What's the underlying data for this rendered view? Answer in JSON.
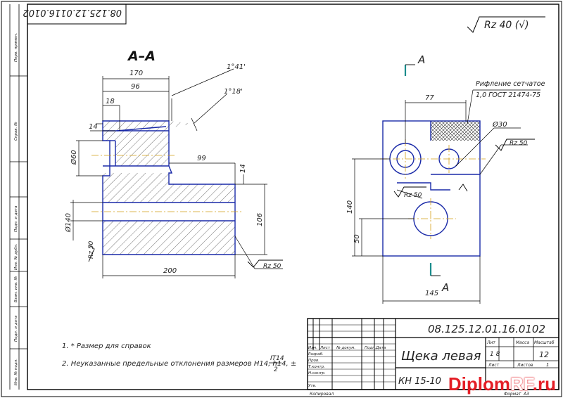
{
  "drawing": {
    "designation": "08.125.12.01.16.0102",
    "designation_rotated": "08.125.12.0116.0102",
    "title": "Щека левая",
    "roughness": "Rz 40 (√)",
    "section_title": "А–А",
    "section_mark": "А",
    "sheet_number": "12",
    "stamp_label_lit": "Лит",
    "stamp_label_mass": "Масса",
    "stamp_label_scale": "Масштаб",
    "stamp_label_sheet": "Лист",
    "stamp_label_sheets": "Листов",
    "stamp_sheets_value": "1",
    "stamp_label_format": "Формат",
    "stamp_format_value": "А3",
    "stamp_label_copied": "Копировал",
    "stamp_row_labels": [
      "Разраб.",
      "Пров.",
      "Т.контр.",
      "Н.контр.",
      "Утв."
    ],
    "stamp_header_cols": [
      "Изм.",
      "Лист",
      "№ докум.",
      "Подп.",
      "Дата"
    ],
    "group_code": "КН 15-10",
    "mark_left": "1 8",
    "side_labels": [
      "Перв. примен.",
      "Справ. №",
      "Подп. и дата",
      "Инв. № дубл.",
      "Взам. инв. №",
      "Подп. и дата",
      "Инв. № подл."
    ]
  },
  "notes": [
    "1. * Размер для справок",
    "2. Неуказанные предельные отклонения размеров H14, h14, ±"
  ],
  "tolerance_fraction": {
    "num": "IT14",
    "den": "2"
  },
  "section_dims": {
    "d170": "170",
    "d96": "96",
    "d18": "18",
    "d14": "14",
    "d14b": "14",
    "d99": "99",
    "d106": "106",
    "d200": "200",
    "phi60": "Ø60",
    "phi140": "Ø140",
    "angle1": "1°41'",
    "angle2": "1°18'",
    "rz50a": "Rz 50",
    "rz50b": "Rz 50"
  },
  "view_dims": {
    "d77": "77",
    "phi30": "Ø30",
    "d140": "140",
    "d50": "50",
    "d145": "145",
    "rz50c": "Rz 50",
    "rz50d": "Rz 50",
    "knurl_line1": "Рифление сетчатое",
    "knurl_line2": "1,0 ГОСТ 21474-75"
  },
  "watermark": {
    "part1": "Diplom",
    "part2": "RF",
    "part3": ".ru"
  }
}
